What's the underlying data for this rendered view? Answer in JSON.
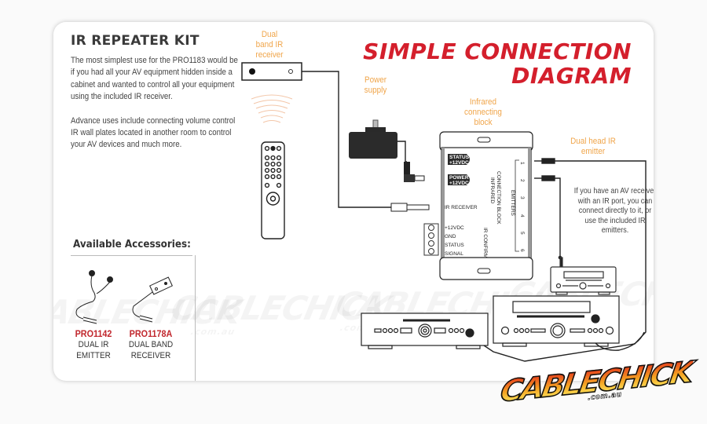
{
  "kit": {
    "title": "IR REPEATER KIT",
    "paragraph1": "The most simplest use for the  PRO1183 would be if you had all your AV equipment hidden inside a cabinet and wanted to control all your equipment using the included IR receiver.",
    "paragraph2": "Advance uses include connecting volume control IR wall plates located in another room to control your AV devices and much more."
  },
  "diagram": {
    "title_line1": "SIMPLE CONNECTION",
    "title_line2": "DIAGRAM",
    "labels": {
      "receiver": [
        "Dual",
        "band IR",
        "receiver"
      ],
      "power": [
        "Power",
        "supply"
      ],
      "block": [
        "Infrared",
        "connecting",
        "block"
      ],
      "emitter": [
        "Dual head IR",
        "emitter"
      ]
    },
    "note": "If you have an AV receiver with an IR port, you can connect directly to it, or use the included IR emitters.",
    "block_panel": {
      "status_led": [
        "STATUS",
        "+12VDC"
      ],
      "power_led": [
        "POWER",
        "+12VDC"
      ],
      "ir_receiver": "IR RECEIVER",
      "terminals": [
        "+12VDC",
        "GND",
        "STATUS",
        "SIGNAL"
      ],
      "vertical_title": [
        "INFRARED",
        "CONNECTION BLOCK"
      ],
      "ir_confirm": "IR  CONFIRM",
      "emitters_label": "EMITTERS",
      "emitter_ports": [
        "1",
        "2",
        "3",
        "4",
        "5",
        "6"
      ]
    }
  },
  "accessories": {
    "title": "Available Accessories:",
    "items": [
      {
        "code": "PRO1142",
        "line1": "DUAL IR",
        "line2": "EMITTER"
      },
      {
        "code": "PRO1178A",
        "line1": "DUAL BAND",
        "line2": "RECEIVER"
      }
    ]
  },
  "branding": {
    "watermark": "CABLECHICK",
    "watermark_sub": ".com.au",
    "logo": "CABLECHICK",
    "logo_sub": ".com.au"
  },
  "colors": {
    "title_red": "#d41f2c",
    "label_orange": "#f0a54a",
    "code_red": "#c1272d"
  }
}
